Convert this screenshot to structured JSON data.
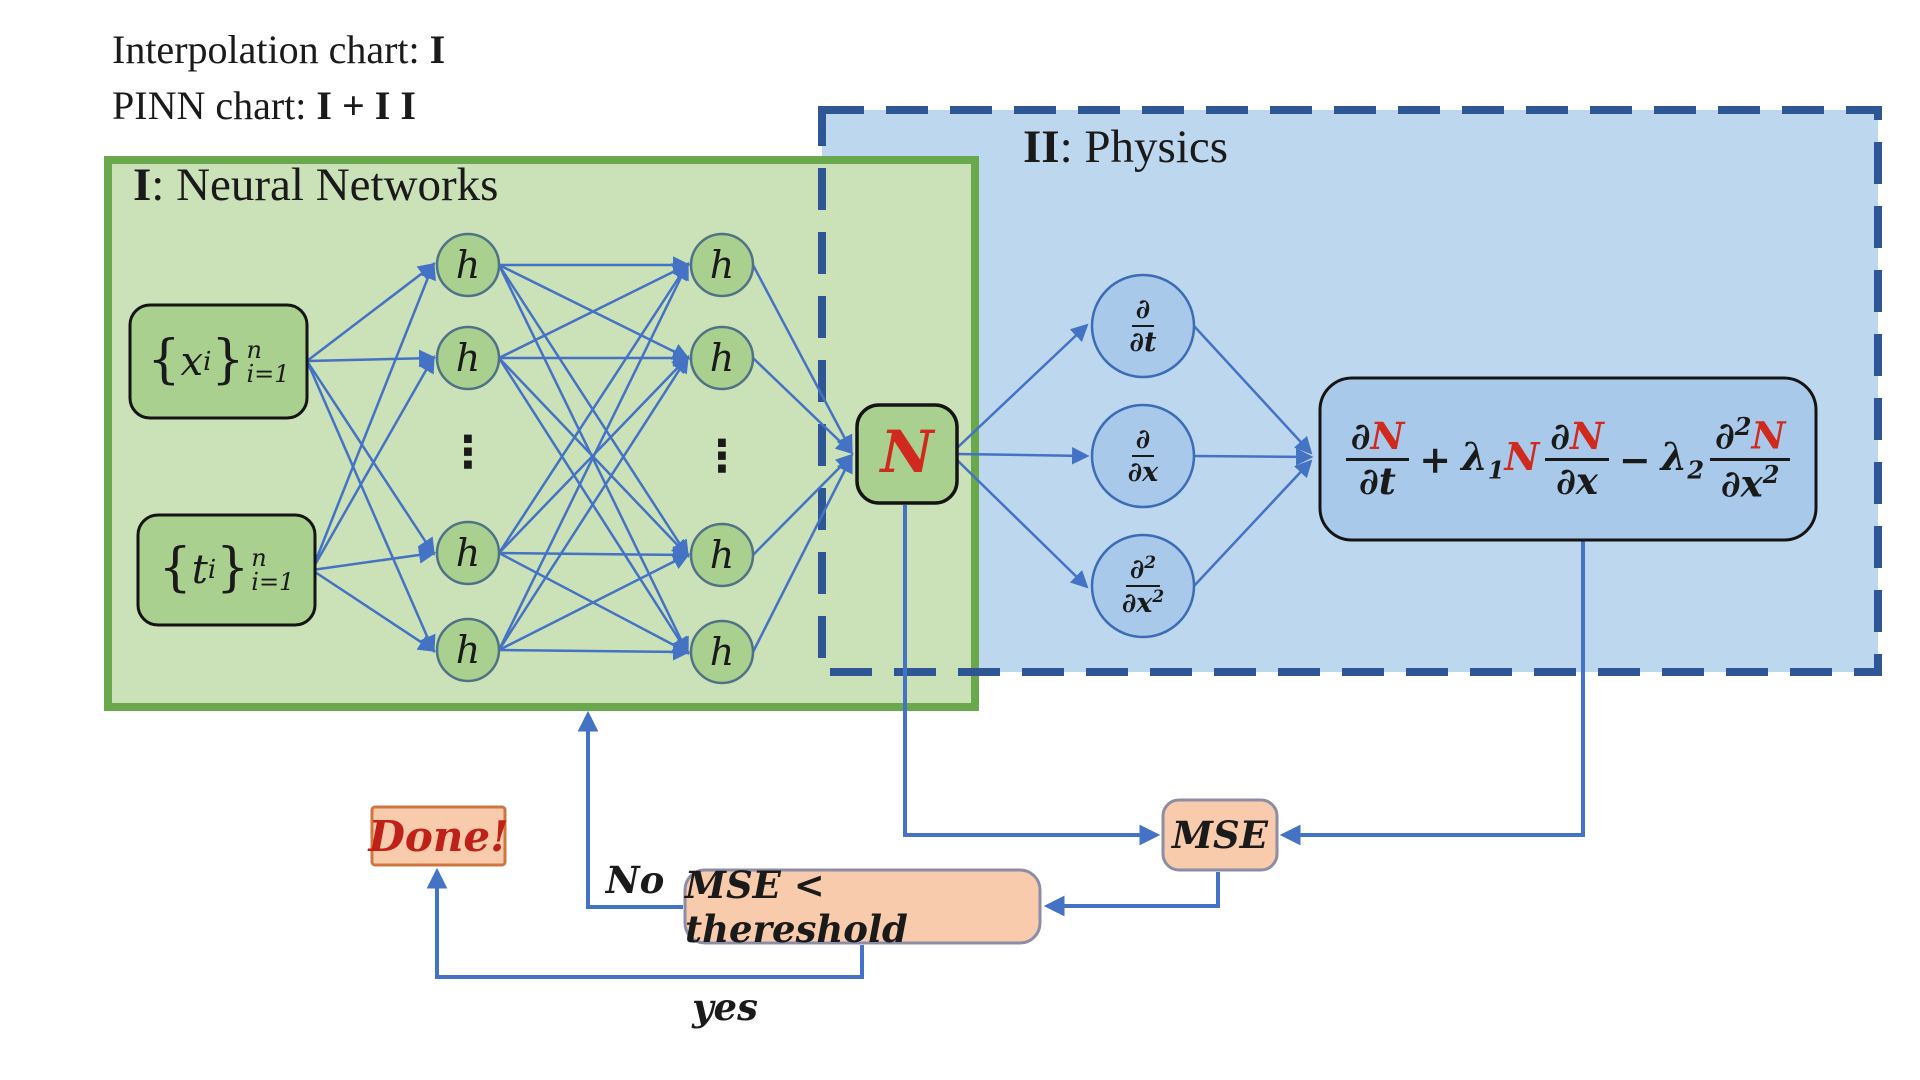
{
  "header": {
    "line1_prefix": "Interpolation chart:  ",
    "line1_bold": "I",
    "line2_prefix": "PINN chart: ",
    "line2_bold": "I + I I"
  },
  "regions": {
    "nn": {
      "numeral": "I",
      "rest": ": Neural Networks"
    },
    "physics": {
      "numeral": "II",
      "rest": ": Physics"
    }
  },
  "nn": {
    "input_x": {
      "open": "{",
      "var": "x",
      "var_sub": "i",
      "close": "}",
      "sup": "n",
      "sub": "i=1"
    },
    "input_t": {
      "open": "{",
      "var": "t",
      "var_sub": "i",
      "close": "}",
      "sup": "n",
      "sub": "i=1"
    },
    "hidden_label": "h",
    "vdots": "⋮",
    "output_label": "N"
  },
  "physics": {
    "deriv_t": {
      "num": "∂",
      "den": "∂t"
    },
    "deriv_x": {
      "num": "∂",
      "den": "∂x"
    },
    "deriv_xx": {
      "num": "∂",
      "num_sup": "2",
      "den": "∂x",
      "den_sup": "2"
    },
    "formula": {
      "f1_num_d": "∂",
      "f1_num_n": "N",
      "f1_den": "∂t",
      "plus": "+",
      "lam1": "λ",
      "lam1_sub": "1",
      "lam1_n": "N",
      "f2_num_d": "∂",
      "f2_num_n": "N",
      "f2_den": "∂x",
      "minus": "−",
      "lam2": "λ",
      "lam2_sub": "2",
      "f3_num_d": "∂",
      "f3_num_sup": "2",
      "f3_num_n": "N",
      "f3_den": "∂x",
      "f3_den_sup": "2"
    }
  },
  "flow": {
    "mse": "MSE",
    "condition": "MSE < thereshold",
    "done": "Done!",
    "no": "No",
    "yes": "yes"
  },
  "colors": {
    "green_region_fill": "#cbe1b8",
    "green_region_border": "#6aa84e",
    "green_node_fill": "#a9d08e",
    "blue_region_fill": "#bdd7ee",
    "blue_region_border": "#2e5695",
    "blue_node_fill": "#a9c9ea",
    "edge_blue": "#4472c4",
    "orange_fill": "#f8cbad",
    "orange_border": "#cf7540",
    "gray_border": "#8d8da6",
    "accent_red": "#d02a1e"
  }
}
